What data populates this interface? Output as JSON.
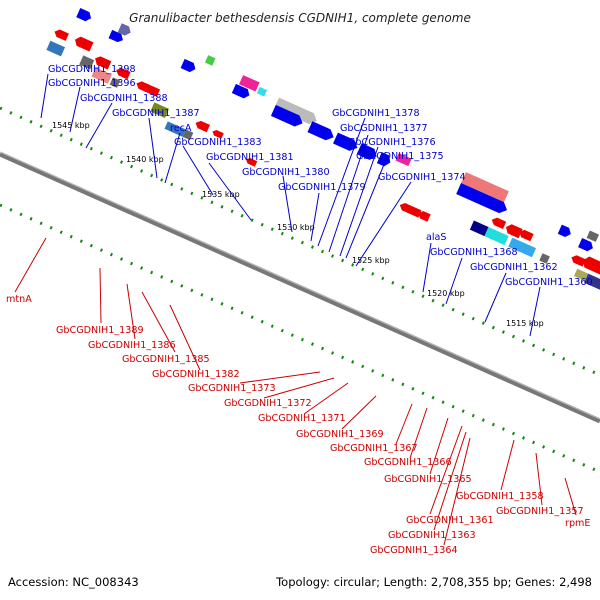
{
  "title": "Granulibacter bethesdensis CGDNIH1, complete genome",
  "footer": {
    "accession": "Accession: NC_008343",
    "topology": "Topology: circular; Length: 2,708,355 bp; Genes: 2,498"
  },
  "colors": {
    "forward_label": "#0000cc",
    "reverse_label": "#cc0000",
    "backbone": "#7a7a7a",
    "tick": "#118811"
  },
  "kbp_ticks": [
    "1545 kbp",
    "1540 kbp",
    "1535 kbp",
    "1530 kbp",
    "1525 kbp",
    "1520 kbp",
    "1515 kbp"
  ],
  "forward_labels": [
    "GbCGDNIH1_1398",
    "GbCGDNIH1_1396",
    "GbCGDNIH1_1388",
    "GbCGDNIH1_1387",
    "recA",
    "GbCGDNIH1_1383",
    "GbCGDNIH1_1381",
    "GbCGDNIH1_1380",
    "GbCGDNIH1_1379",
    "GbCGDNIH1_1378",
    "GbCGDNIH1_1377",
    "GbCGDNIH1_1376",
    "GbCGDNIH1_1375",
    "GbCGDNIH1_1374",
    "alaS",
    "GbCGDNIH1_1368",
    "GbCGDNIH1_1362",
    "GbCGDNIH1_1360"
  ],
  "reverse_labels": [
    "mtnA",
    "GbCGDNIH1_1389",
    "GbCGDNIH1_1386",
    "GbCGDNIH1_1385",
    "GbCGDNIH1_1382",
    "GbCGDNIH1_1373",
    "GbCGDNIH1_1372",
    "GbCGDNIH1_1371",
    "GbCGDNIH1_1369",
    "GbCGDNIH1_1367",
    "GbCGDNIH1_1366",
    "GbCGDNIH1_1365",
    "GbCGDNIH1_1358",
    "GbCGDNIH1_1357",
    "GbCGDNIH1_1361",
    "rpmE",
    "GbCGDNIH1_1363",
    "GbCGDNIH1_1364"
  ]
}
